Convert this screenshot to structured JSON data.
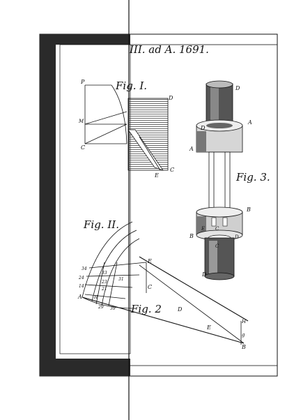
{
  "plate": {
    "header": "III. ad A. 1691.",
    "fig1_caption": "Fig. I.",
    "fig2_caption_left": "Fig. II.",
    "fig2_caption_bottom": "Fig. 2",
    "fig3_caption": "Fig. 3.",
    "fig1_labels": {
      "P": "P",
      "M": "M",
      "C": "C",
      "D": "D",
      "E": "E",
      "C2": "C"
    },
    "fig3_labels": {
      "D_top": "D",
      "D_ring": "D",
      "A_right": "A",
      "A_left": "A",
      "B_right": "B",
      "B_left": "B",
      "E": "E",
      "C": "C",
      "C_bottom": "C",
      "D_bottom_ring": "D",
      "D_bottom": "D"
    },
    "fig2_labels": {
      "l34": "34",
      "l24": "24",
      "l14": "14",
      "l33": "33",
      "l23": "23",
      "l31": "31",
      "l21": "21",
      "A": "A",
      "H": "H",
      "l29": "29",
      "l39": "39",
      "E": "E",
      "C": "C",
      "D": "D",
      "E2": "E",
      "H2": "H",
      "g": "g",
      "B": "B"
    }
  }
}
